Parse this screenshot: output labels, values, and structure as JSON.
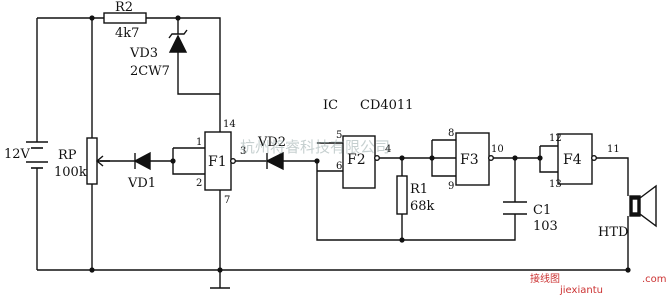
{
  "labels": {
    "r2": "R2",
    "r2_value": "4k7",
    "vd3": "VD3",
    "vd3_value": "2CW7",
    "supply": "12V",
    "rp": "RP",
    "rp_value": "100k",
    "vd1": "VD1",
    "vd2": "VD2",
    "ic": "IC",
    "ic_part": "CD4011",
    "r1": "R1",
    "r1_value": "68k",
    "c1": "C1",
    "c1_value": "103",
    "htd": "HTD"
  },
  "gates": {
    "f1": "F1",
    "f2": "F2",
    "f3": "F3",
    "f4": "F4"
  },
  "pins": {
    "p1": "1",
    "p2": "2",
    "p3": "3",
    "p14": "14",
    "p7": "7",
    "p5": "5",
    "p6": "6",
    "p4": "4",
    "p8": "8",
    "p9": "9",
    "p10": "10",
    "p12": "12",
    "p13": "13",
    "p11": "11"
  },
  "watermark": {
    "company": "杭州将睿科技有限公司",
    "logo": "接线图",
    "site": ".com",
    "url": "jiexiantu"
  },
  "colors": {
    "ink": "#111111",
    "watermark_red": "#cc3333"
  }
}
